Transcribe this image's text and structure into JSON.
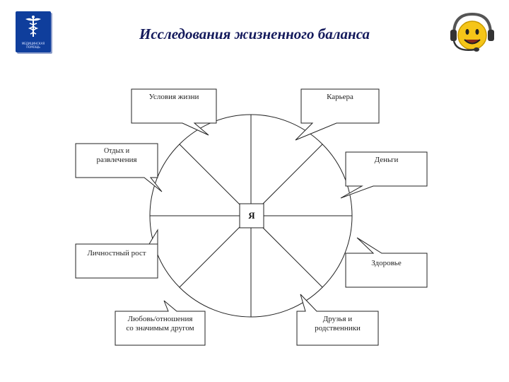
{
  "title": "Исследования жизненного баланса",
  "logo": {
    "caption_line1": "МЕДИЦИНСКАЯ",
    "caption_line2": "ПОМОЩЬ"
  },
  "center": {
    "label": "Я"
  },
  "callouts": {
    "living_conditions": "Условия жизни",
    "career": "Карьера",
    "leisure_line1": "Отдых и",
    "leisure_line2": "развлечения",
    "money": "Деньги",
    "personal_growth": "Личностный рост",
    "health": "Здоровье",
    "love_line1": "Любовь/отношения",
    "love_line2": "со значимым другом",
    "friends_line1": "Друзья и",
    "friends_line2": "родственники"
  },
  "colors": {
    "title": "#141a5c",
    "logo": "#0f3e9c",
    "smiley": "#f5c518"
  }
}
